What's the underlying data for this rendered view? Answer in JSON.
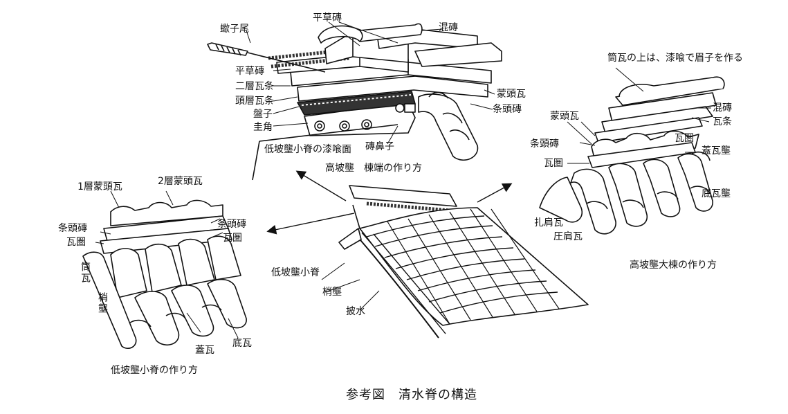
{
  "figure_title": "参考図　清水脊の構造",
  "top_view": {
    "caption": "高坡壟　棟端の作り方",
    "labels": {
      "pingcaozhuan_top": "平草磚",
      "hunzhuan": "混磚",
      "xiezi_wei": "蠍子尾",
      "pingcaozhuan": "平草磚",
      "erceng": "二層瓦条",
      "touceng": "頭層瓦条",
      "panzi": "盤子",
      "guijiao": "圭角",
      "menggou": "蒙頭瓦",
      "tiaotou": "条頭磚",
      "zhuanbizi": "磚鼻子",
      "qihui_mian": "低坡壟小脊の漆喰面"
    }
  },
  "right_view": {
    "caption": "高坡壟大棟の作り方",
    "labels": {
      "note": "筒瓦の上は、漆喰で眉子を作る",
      "hunzhuan": "混磚",
      "watiao": "瓦条",
      "menggou": "蒙頭瓦",
      "waquan_a": "瓦圏",
      "tiaotou": "条頭磚",
      "gailong": "蓋瓦壟",
      "waquan_b": "瓦圏",
      "dilong": "底瓦壟",
      "zhajian": "扎肩瓦",
      "yajian": "圧肩瓦"
    }
  },
  "left_view": {
    "caption": "低坡壟小脊の作り方",
    "labels": {
      "meng1": "1層蒙頭瓦",
      "meng2": "2層蒙頭瓦",
      "tiaotou_l": "条頭磚",
      "waquan_l": "瓦圏",
      "tiaotou_r": "条頭磚",
      "waquan_r": "瓦圏",
      "tongwa": "筒瓦",
      "shaolong": "梢壟",
      "gaiwa": "蓋瓦",
      "diwa": "底瓦"
    }
  },
  "center_view": {
    "labels": {
      "xiaoji": "低坡壟小脊",
      "shaolong": "梢壟",
      "pishui": "披水"
    }
  }
}
